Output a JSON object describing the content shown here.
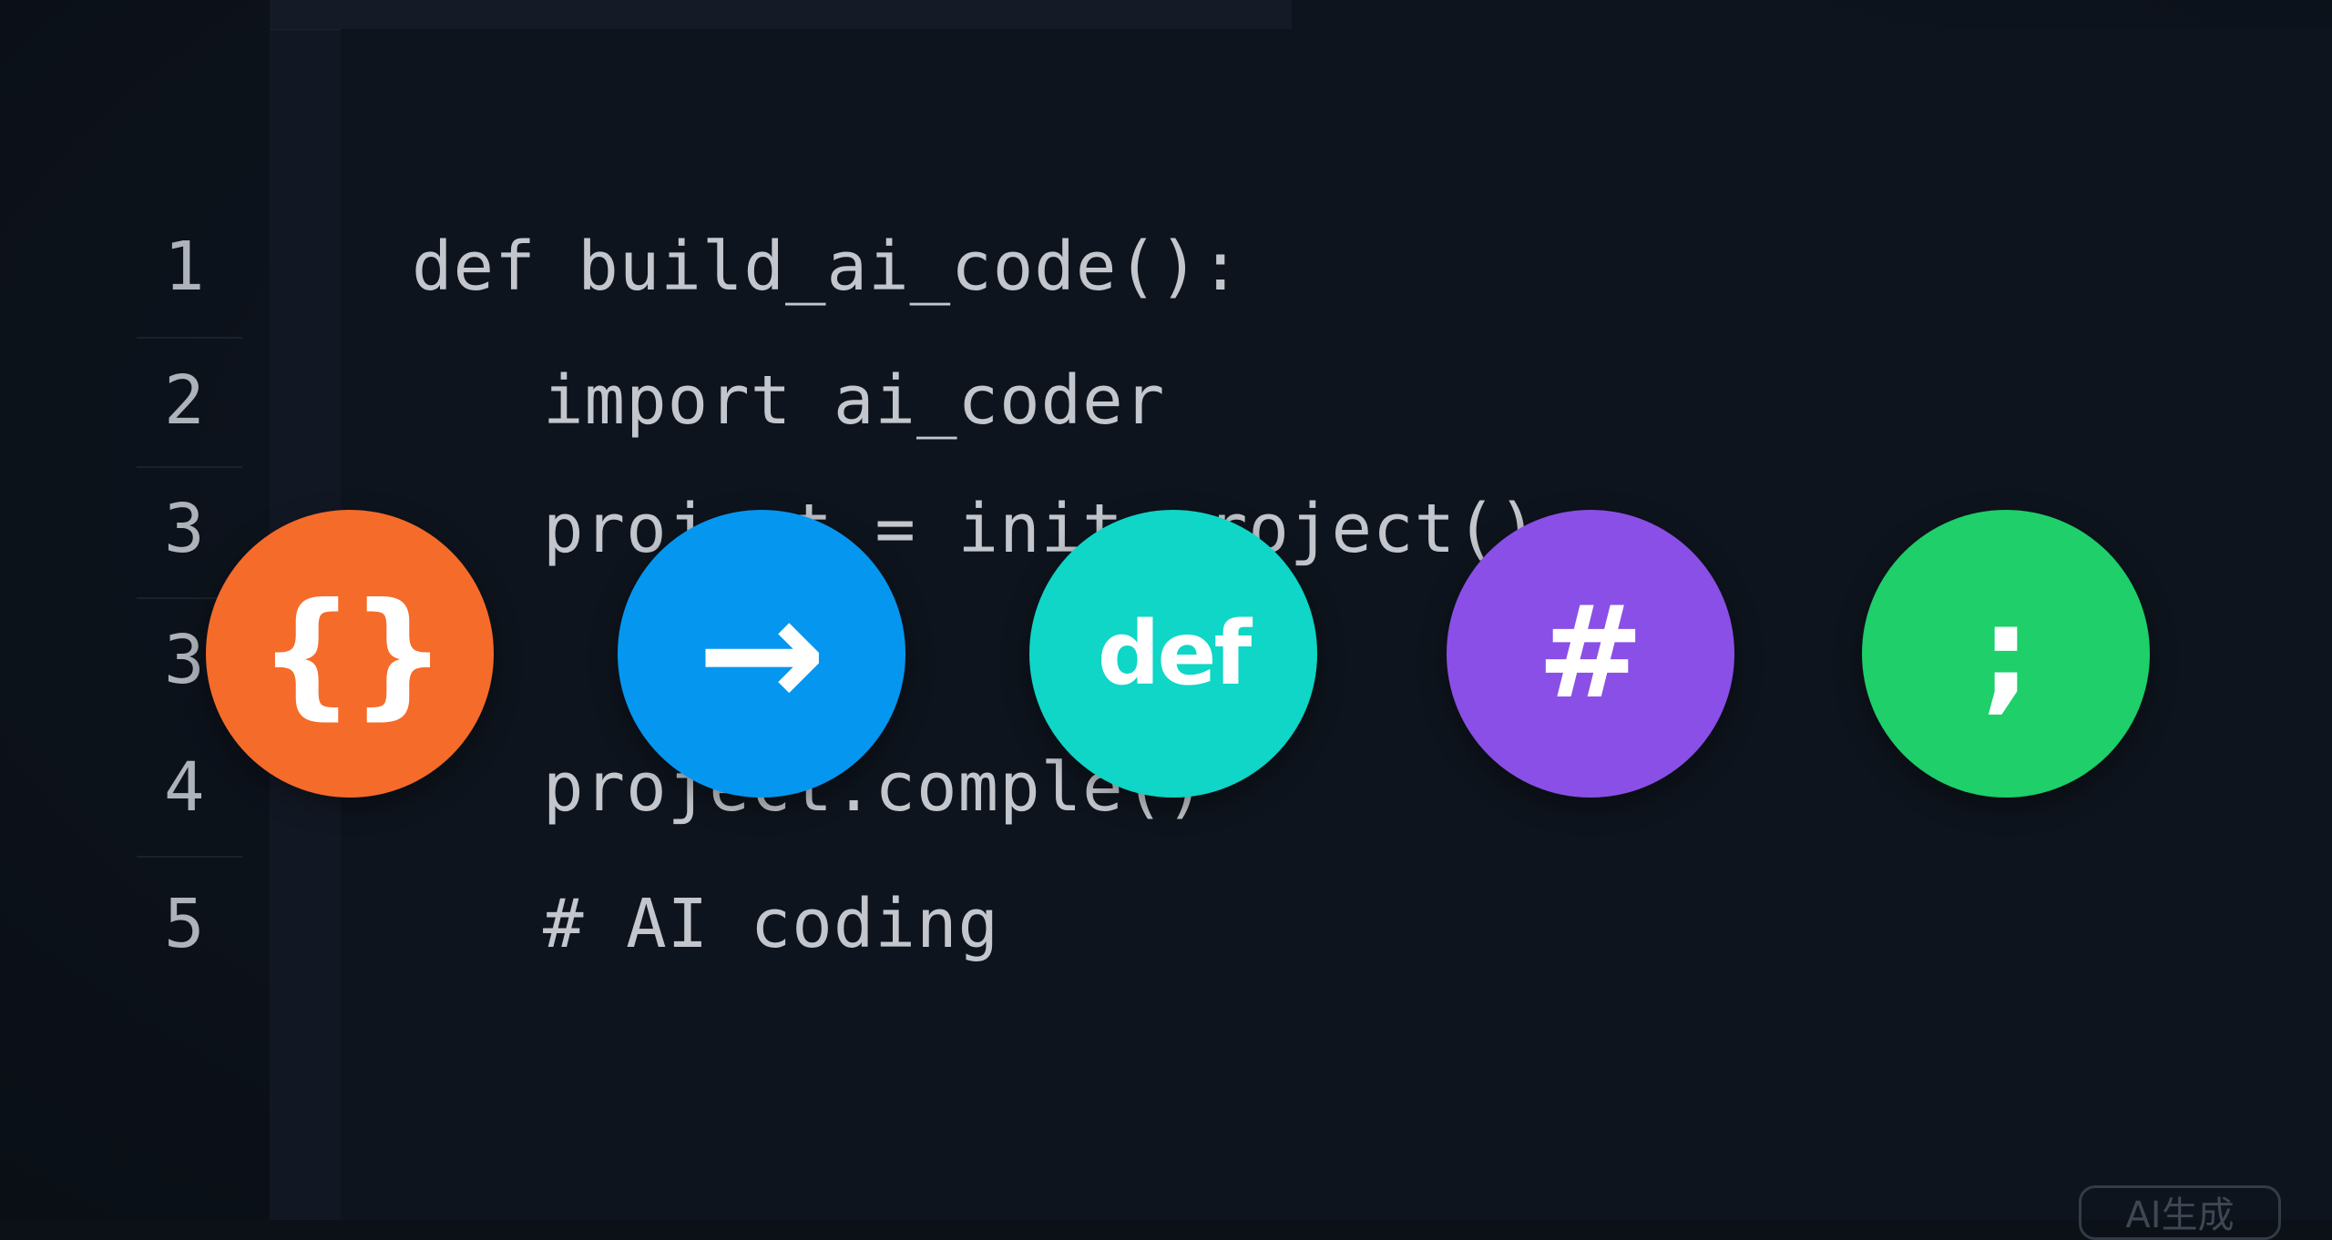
{
  "line_numbers": [
    "1",
    "2",
    "3",
    "3",
    "4",
    "5"
  ],
  "code_lines": [
    "def build_ai_code():",
    "import ai_coder",
    "project = init_project()",
    "project.comple()",
    "# AI coding"
  ],
  "bubbles": [
    {
      "icon": "braces-icon",
      "glyph": "{}",
      "color": "#f56b2a"
    },
    {
      "icon": "arrow-right-icon",
      "glyph": "→",
      "color": "#0596f0"
    },
    {
      "icon": "def-keyword-icon",
      "glyph": "def",
      "color": "#0fd6c6"
    },
    {
      "icon": "hash-icon",
      "glyph": "#",
      "color": "#8a4fe6"
    },
    {
      "icon": "semicolon-icon",
      "glyph": ";",
      "color": "#1ecf6a"
    }
  ],
  "badge": {
    "label": "AI生成"
  }
}
